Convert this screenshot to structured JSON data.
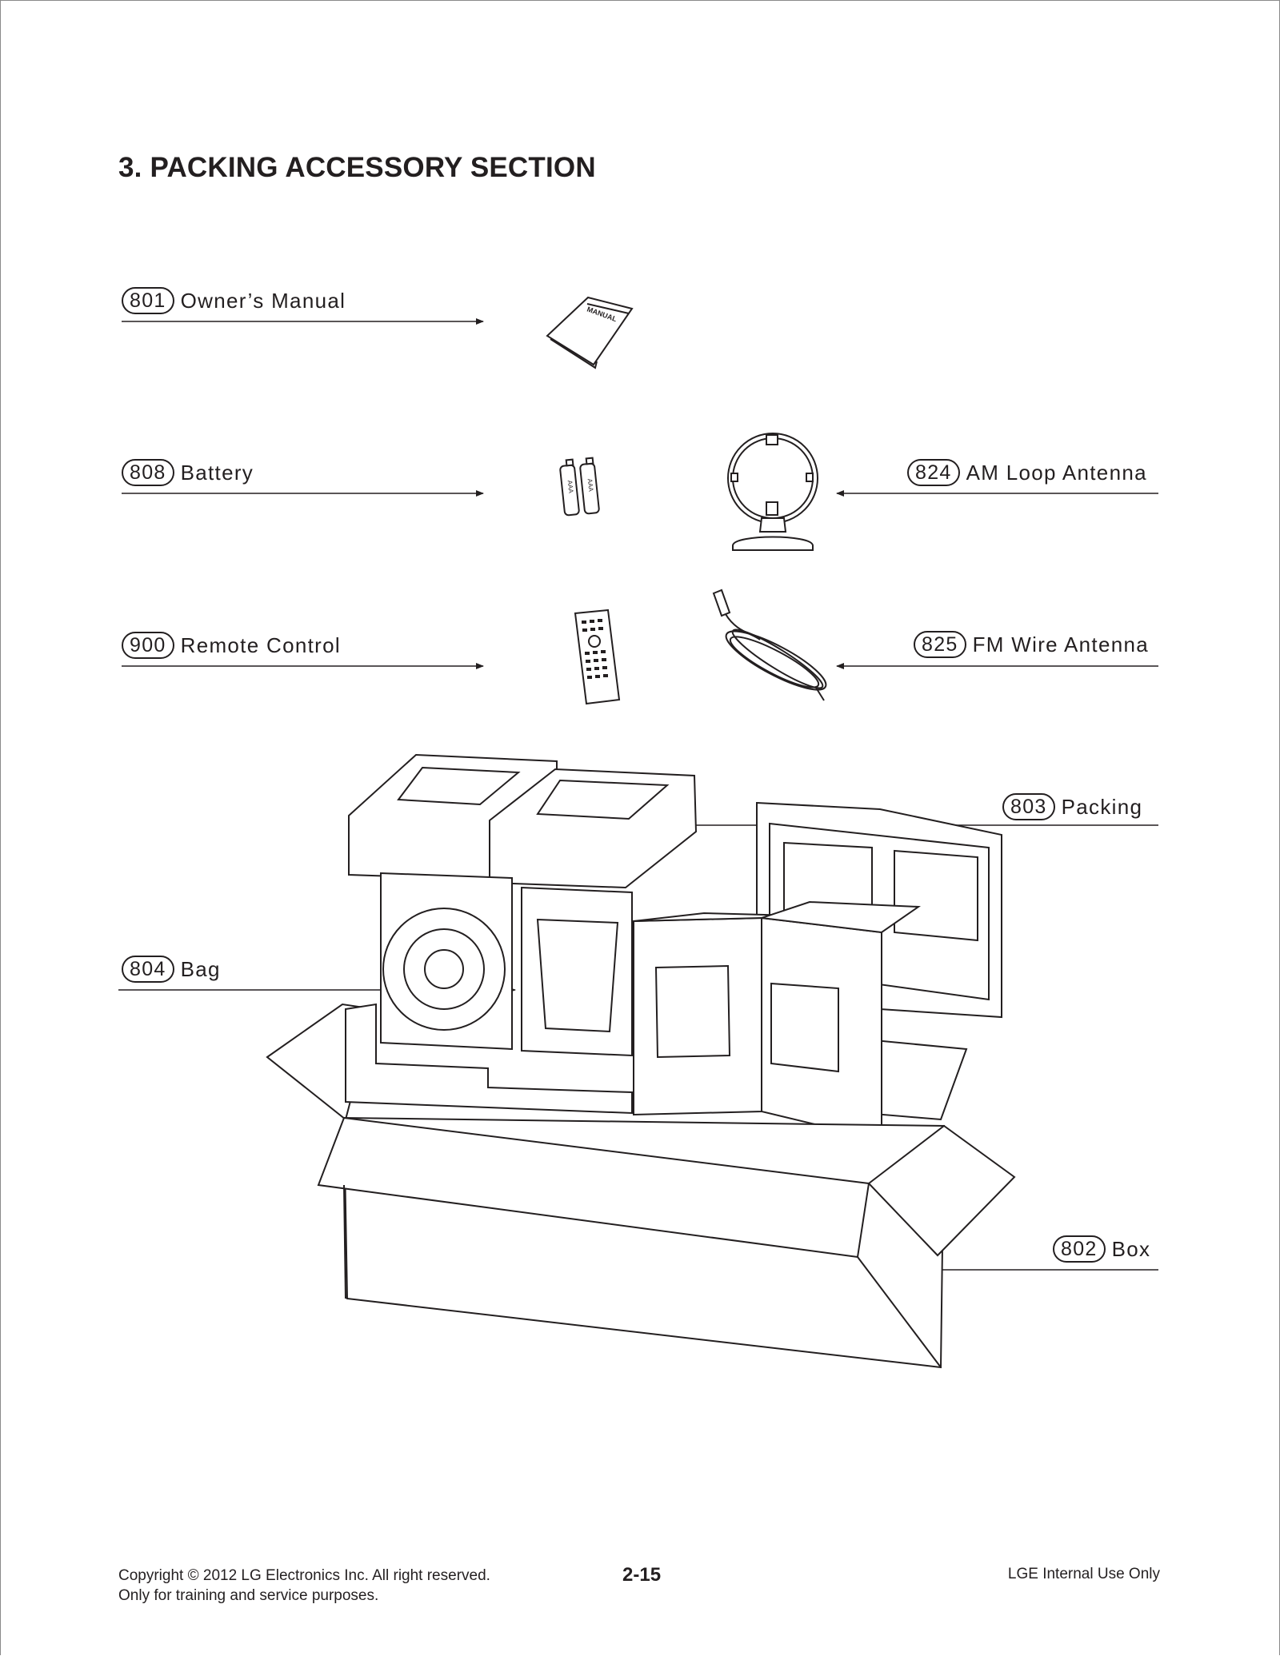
{
  "page": {
    "title": "3. PACKING ACCESSORY SECTION"
  },
  "callouts": [
    {
      "number": "801",
      "label": "Owner’s Manual"
    },
    {
      "number": "808",
      "label": "Battery"
    },
    {
      "number": "824",
      "label": "AM Loop Antenna"
    },
    {
      "number": "900",
      "label": "Remote Control"
    },
    {
      "number": "825",
      "label": "FM Wire Antenna"
    },
    {
      "number": "803",
      "label": "Packing"
    },
    {
      "number": "804",
      "label": "Bag"
    },
    {
      "number": "802",
      "label": "Box"
    }
  ],
  "illustration_text": {
    "manual_cover": "MANUAL",
    "battery_label": "AAA"
  },
  "footer": {
    "copyright_line1": "Copyright © 2012 LG Electronics Inc. All right reserved.",
    "copyright_line2": "Only for training and service purposes.",
    "page_number": "2-15",
    "internal_note": "LGE Internal Use Only"
  },
  "icons": [
    "owners-manual-icon",
    "battery-icon",
    "am-loop-antenna-icon",
    "remote-control-icon",
    "fm-wire-antenna-icon",
    "packing-box-illustration"
  ]
}
